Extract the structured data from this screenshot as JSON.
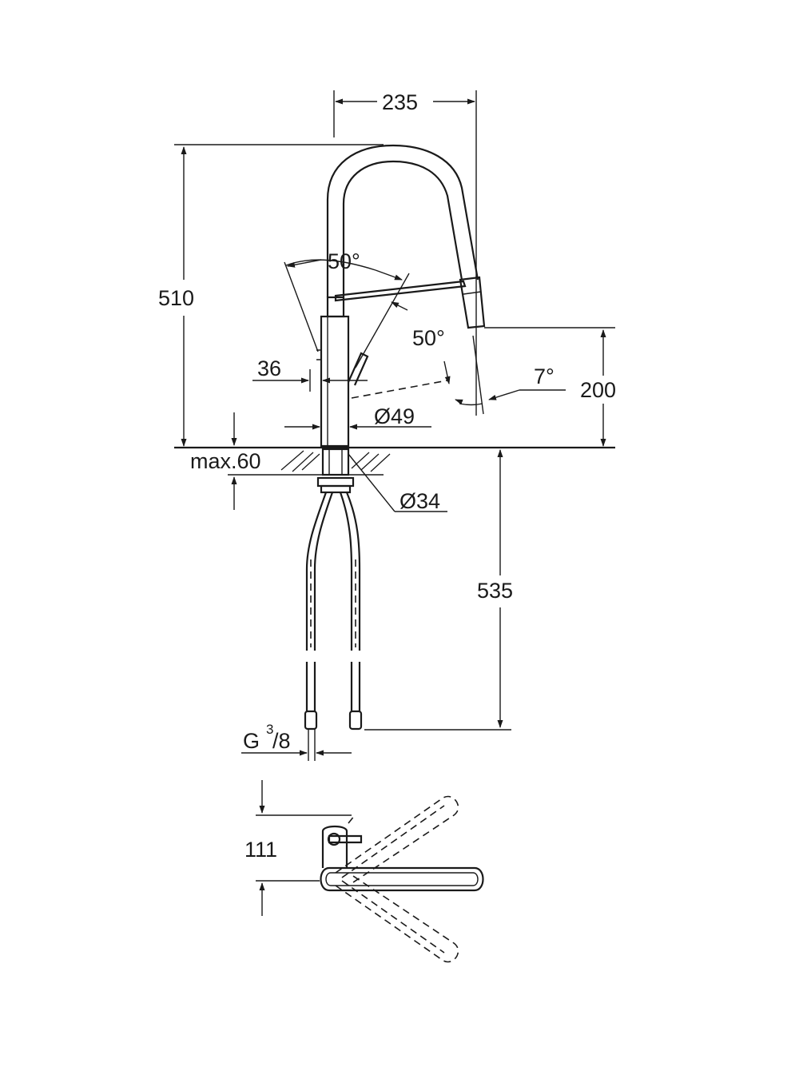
{
  "dimensions": {
    "width_top": "235",
    "height_total": "510",
    "angle_handle": "50°",
    "angle_spray": "50°",
    "spout_height": "200",
    "tilt_angle": "7°",
    "lever_offset": "36",
    "body_diameter": "Ø49",
    "deck_thickness": "max.60",
    "hole_diameter": "Ø34",
    "hose_length": "535",
    "thread_g": "G",
    "thread_num": "3",
    "thread_den": "/8",
    "plan_offset": "111"
  },
  "colors": {
    "line": "#1a1a1a",
    "background": "#ffffff"
  }
}
